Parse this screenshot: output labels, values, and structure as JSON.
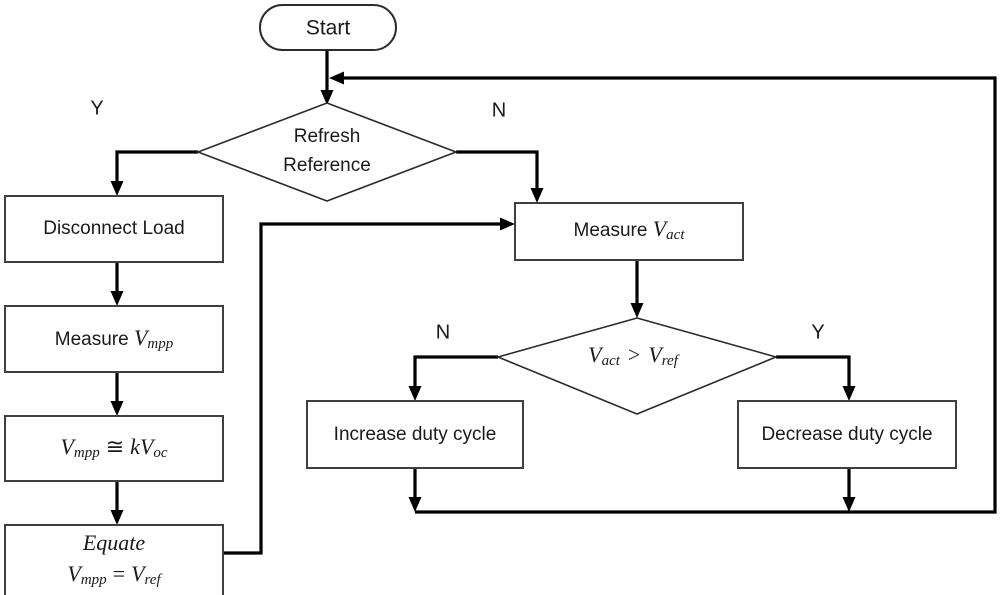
{
  "diagram": {
    "title": "Fractional open-circuit voltage MPPT flowchart",
    "background_color": "#ffffff",
    "line_color": "#000000",
    "box_stroke_color": "#3f3f3f",
    "text_color": "#1a1a1a"
  },
  "nodes": {
    "start": {
      "id": "start",
      "shape": "terminal",
      "label": "Start"
    },
    "refresh_reference": {
      "id": "refresh-reference",
      "shape": "decision",
      "line1": "Refresh",
      "line2": "Reference"
    },
    "disconnect_load": {
      "id": "disconnect-load",
      "shape": "process",
      "label": "Disconnect Load"
    },
    "measure_vmpp": {
      "id": "measure-vmpp",
      "shape": "process",
      "prefix": "Measure ",
      "symbol": "V",
      "subscript": "mpp"
    },
    "vmpp_approx": {
      "id": "vmpp-approx-kvoc",
      "shape": "process",
      "lhs_symbol": "V",
      "lhs_subscript": "mpp",
      "operator": "≅",
      "rhs_coefficient": "k",
      "rhs_symbol": "V",
      "rhs_subscript": "oc"
    },
    "equate": {
      "id": "equate-vmpp-vref",
      "shape": "process",
      "line1": "Equate",
      "lhs_symbol": "V",
      "lhs_subscript": "mpp",
      "operator": "=",
      "rhs_symbol": "V",
      "rhs_subscript": "ref"
    },
    "measure_vact": {
      "id": "measure-vact",
      "shape": "process",
      "prefix": "Measure ",
      "symbol": "V",
      "subscript": "act"
    },
    "compare_vact_vref": {
      "id": "compare-vact-vref",
      "shape": "decision",
      "lhs_symbol": "V",
      "lhs_subscript": "act",
      "operator": ">",
      "rhs_symbol": "V",
      "rhs_subscript": "ref"
    },
    "increase_duty": {
      "id": "increase-duty-cycle",
      "shape": "process",
      "label": "Increase duty cycle"
    },
    "decrease_duty": {
      "id": "decrease-duty-cycle",
      "shape": "process",
      "label": "Decrease duty cycle"
    }
  },
  "branch_labels": {
    "refresh_yes": "Y",
    "refresh_no": "N",
    "compare_no": "N",
    "compare_yes": "Y"
  },
  "edges": [
    {
      "id": "start-to-refresh",
      "from": "start",
      "to": "refresh_reference",
      "label": ""
    },
    {
      "id": "refresh-yes-to-disconnect",
      "from": "refresh_reference",
      "to": "disconnect_load",
      "label": "Y"
    },
    {
      "id": "refresh-no-to-measure-vact",
      "from": "refresh_reference",
      "to": "measure_vact",
      "label": "N"
    },
    {
      "id": "disconnect-to-measure-vmpp",
      "from": "disconnect_load",
      "to": "measure_vmpp",
      "label": ""
    },
    {
      "id": "measure-vmpp-to-approx",
      "from": "measure_vmpp",
      "to": "vmpp_approx",
      "label": ""
    },
    {
      "id": "approx-to-equate",
      "from": "vmpp_approx",
      "to": "equate",
      "label": ""
    },
    {
      "id": "equate-to-measure-vact",
      "from": "equate",
      "to": "measure_vact",
      "label": ""
    },
    {
      "id": "measure-vact-to-compare",
      "from": "measure_vact",
      "to": "compare_vact_vref",
      "label": ""
    },
    {
      "id": "compare-no-to-increase",
      "from": "compare_vact_vref",
      "to": "increase_duty",
      "label": "N"
    },
    {
      "id": "compare-yes-to-decrease",
      "from": "compare_vact_vref",
      "to": "decrease_duty",
      "label": "Y"
    },
    {
      "id": "increase-to-return-bus",
      "from": "increase_duty",
      "to": "refresh_reference",
      "label": ""
    },
    {
      "id": "decrease-to-return-bus",
      "from": "decrease_duty",
      "to": "refresh_reference",
      "label": ""
    }
  ]
}
